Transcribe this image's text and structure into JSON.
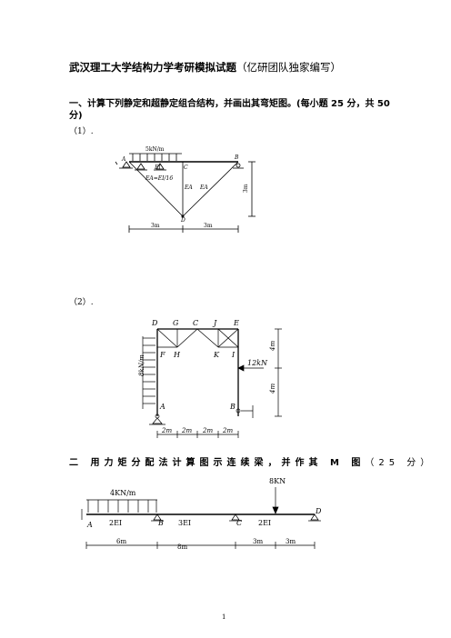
{
  "title": {
    "main": "武汉理工大学结构力学考研模拟试题",
    "sub": "（亿研团队独家编写）"
  },
  "q1": {
    "heading": "一、计算下列静定和超静定组合结构，并画出其弯矩图。(每小题 25 分，共 50 分)",
    "part1": "（1）.",
    "part2": "（2）."
  },
  "fig1": {
    "load": "5kN/m",
    "A": "A",
    "B": "B",
    "C": "C",
    "D": "D",
    "EI": "EI",
    "EA_ratio": "EA=EI/16",
    "EA_left": "EA",
    "EA_right": "EA",
    "dim_left": "3m",
    "dim_right": "3m",
    "dim_height": "3m"
  },
  "fig2": {
    "D": "D",
    "G": "G",
    "C": "C",
    "J": "J",
    "E": "E",
    "F": "F",
    "H": "H",
    "K": "K",
    "I": "I",
    "A": "A",
    "B": "B",
    "side_load": "8kN/m",
    "point_load": "12kN",
    "dims_x": [
      "2m",
      "2m",
      "2m",
      "2m"
    ],
    "dim_top": "4m",
    "dim_bottom": "4m"
  },
  "q2": {
    "heading": "二  用力矩分配法计算图示连续梁，并作其 M 图",
    "points": "（25 分）"
  },
  "fig3": {
    "udl": "4KN/m",
    "point_load": "8KN",
    "A": "A",
    "B": "B",
    "C": "C",
    "D": "D",
    "EI_AB": "2EI",
    "EI_BC": "3EI",
    "EI_CD": "2EI",
    "dims": [
      "6m",
      "8m",
      "3m",
      "3m"
    ]
  },
  "page_number": "1"
}
